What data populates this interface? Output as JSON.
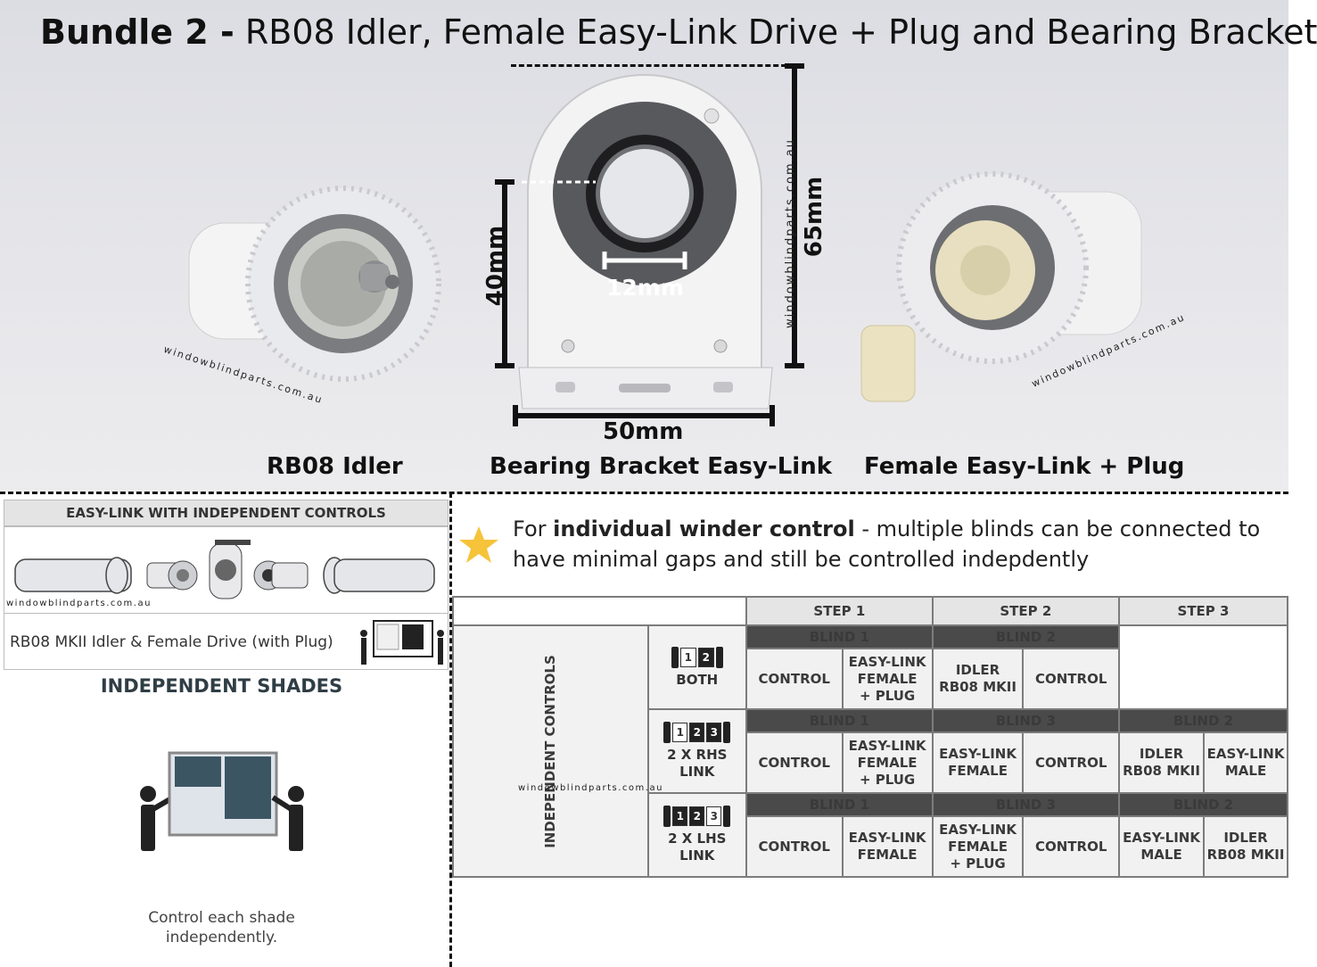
{
  "title": {
    "bold": "Bundle 2 -",
    "rest": "RB08 Idler, Female Easy-Link Drive + Plug and Bearing Bracket"
  },
  "captions": {
    "idler": "RB08 Idler",
    "bracket": "Bearing Bracket Easy-Link",
    "female": "Female Easy-Link + Plug"
  },
  "measurements": {
    "height_total": "65mm",
    "height_center": "40mm",
    "bore": "12mm",
    "width": "50mm"
  },
  "watermark": "windowblindparts.com.au",
  "left_panel": {
    "heading": "EASY-LINK WITH INDEPENDENT CONTROLS",
    "product_line": "RB08 MKII Idler & Female Drive (with Plug)",
    "shades_title": "INDEPENDENT SHADES",
    "shades_caption_1": "Control each shade",
    "shades_caption_2": "independently."
  },
  "intro": {
    "prefix": "For ",
    "bold": "individual winder control",
    "suffix": " - multiple blinds can be connected to",
    "line2": "have minimal gaps and still be controlled indepdently"
  },
  "table": {
    "side_label": "INDEPENDENT CONTROLS",
    "steps": [
      "STEP 1",
      "STEP 2",
      "STEP 3"
    ],
    "rows": [
      {
        "label": "BOTH",
        "nums": [
          "1",
          "2"
        ],
        "blinds": [
          "BLIND 1",
          "BLIND 2",
          ""
        ],
        "cells": [
          [
            "CONTROL"
          ],
          [
            "EASY-LINK",
            "FEMALE",
            "+ PLUG"
          ],
          [
            "IDLER",
            "RB08 MKII"
          ],
          [
            "CONTROL"
          ]
        ]
      },
      {
        "label": "2 X RHS LINK",
        "nums": [
          "1",
          "2",
          "3"
        ],
        "blinds": [
          "BLIND 1",
          "BLIND 3",
          "BLIND 2"
        ],
        "cells": [
          [
            "CONTROL"
          ],
          [
            "EASY-LINK",
            "FEMALE",
            "+ PLUG"
          ],
          [
            "EASY-LINK",
            "FEMALE"
          ],
          [
            "CONTROL"
          ],
          [
            "IDLER",
            "RB08 MKII"
          ],
          [
            "EASY-LINK",
            "MALE"
          ]
        ]
      },
      {
        "label": "2 X LHS LINK",
        "nums": [
          "1",
          "2",
          "3"
        ],
        "blinds": [
          "BLIND 1",
          "BLIND 3",
          "BLIND 2"
        ],
        "cells": [
          [
            "CONTROL"
          ],
          [
            "EASY-LINK",
            "FEMALE"
          ],
          [
            "EASY-LINK",
            "FEMALE",
            "+ PLUG"
          ],
          [
            "CONTROL"
          ],
          [
            "EASY-LINK",
            "MALE"
          ],
          [
            "IDLER",
            "RB08 MKII"
          ]
        ]
      }
    ]
  }
}
